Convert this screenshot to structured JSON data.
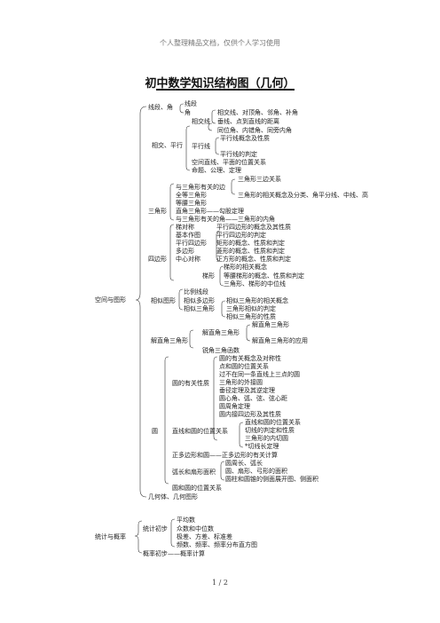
{
  "header_note": "个人整理精品文档，仅供个人学习使用",
  "title": "初中数学知识结构图（几何）",
  "page_number": "1 / 2",
  "geometry": {
    "root": "空间与图形",
    "lines": {
      "label": "线段、角",
      "items": [
        "线段",
        "角"
      ],
      "angle_items": [
        "相交线、对顶角、邻角、补角",
        "垂线、点到直线的距离",
        "同位角、内错角、同旁内角"
      ],
      "intersect_label": "相交线"
    },
    "intersect_parallel": {
      "label": "相交、平行",
      "parallel_label": "平行线",
      "parallel_items": [
        "平行线概念及性质",
        "平行线的判定"
      ],
      "items": [
        "空间直线、平面的位置关系",
        "命题、公理、定理"
      ]
    },
    "triangle": {
      "label": "三角形",
      "related_label": "与三角形有关的边",
      "related_items": [
        "三角形三边关系",
        "三角形的相关概念及分类、角平分线、中线、高"
      ],
      "items": [
        "全等三角形",
        "等腰三角形",
        "直角三角形——勾股定理",
        "与三角形有关的角——三角形的内角"
      ]
    },
    "quadrilateral": {
      "label": "四边形",
      "items": [
        "梯对称",
        "基本作图",
        "平行四边形",
        "多边形",
        "中心对称"
      ],
      "parallelogram_items": [
        "平行四边形的概念及其性质",
        "平行四边形的判定",
        "矩形的概念、性质和判定",
        "菱形的概念、性质和判定",
        "正方形的概念、性质和判定"
      ],
      "trapezoid_label": "梯形",
      "trapezoid_items": [
        "梯形的相关概念",
        "等腰梯形的概念、性质和判定",
        "三角形、梯形的中位线"
      ]
    },
    "similar": {
      "label": "相似图形",
      "items": [
        "比例线段",
        "相似多边形",
        "相似三角形"
      ],
      "triangle_items": [
        "相似三角形的相关概念",
        "三角形相似的判定",
        "相似三角形的性质"
      ]
    },
    "right_triangle": {
      "label": "解直角三角形",
      "solve_label": "解直角三角形",
      "solve_items": [
        "解直角三角形",
        "解直角三角形的应用"
      ],
      "items": [
        "锐角三角函数"
      ]
    },
    "circle": {
      "label": "圆",
      "props_label": "圆的有关性质",
      "props_items": [
        "圆的有关概念及对称性",
        "点和圆的位置关系",
        "过不在同一条直线上三点的圆",
        "三角形的外接圆",
        "垂径定理及其逆定理",
        "圆心角、弧、弦、弦心距",
        "圆周角定理",
        "圆内接四边形及其性质"
      ],
      "position_label": "直线和圆的位置关系",
      "position_items": [
        "直线和圆的位置关系",
        "切线的判定和性质",
        "三角形的内切圆",
        "*切线长定理"
      ],
      "polygon": "正多边形和圆——正多边形的有关计算",
      "arc_label": "弧长和扇形面积",
      "arc_items": [
        "圆周长、弧长",
        "圆、扇形、弓形的面积",
        "圆柱和圆锥的侧面展开图、侧面积"
      ],
      "two_circles": "圆和圆的位置关系"
    },
    "solids": "几何体、几何图形"
  },
  "statistics": {
    "root": "统计与概率",
    "intro_label": "统计初步",
    "intro_items": [
      "平均数",
      "众数和中位数",
      "极差、方差、标准差",
      "频数、频率、频率分布直方图"
    ],
    "probability": "概率初步——概率计算"
  }
}
